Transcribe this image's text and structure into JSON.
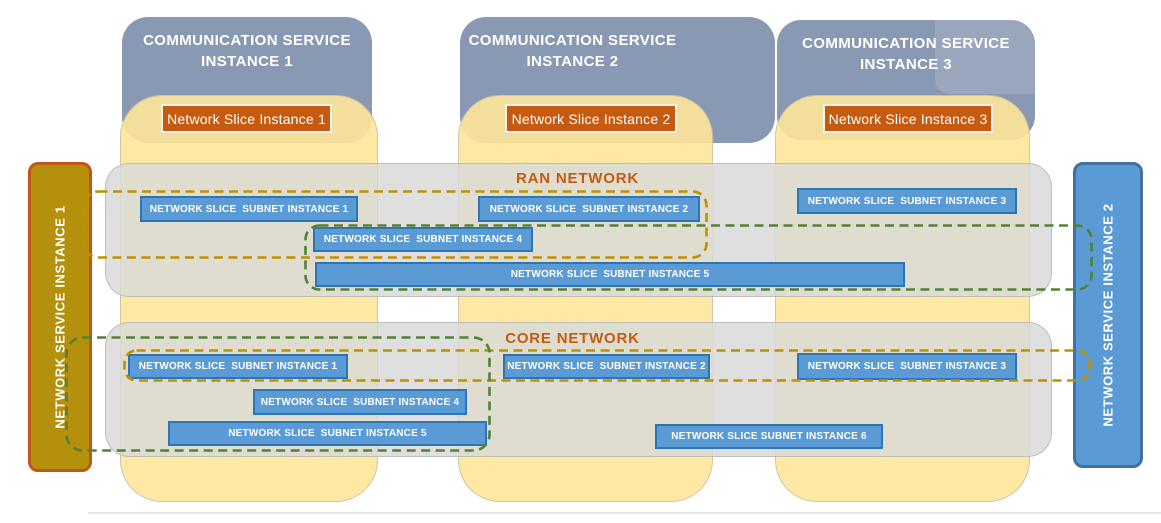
{
  "communication_services": [
    {
      "title": "COMMUNICATION SERVICE INSTANCE 1",
      "slice": "Network Slice Instance 1"
    },
    {
      "title": "COMMUNICATION SERVICE INSTANCE 2",
      "slice": "Network Slice Instance 2"
    },
    {
      "title": "COMMUNICATION SERVICE INSTANCE 3",
      "slice": "Network Slice Instance 3"
    }
  ],
  "ran": {
    "label": "RAN NETWORK",
    "subnets": [
      "NETWORK SLICE  SUBNET INSTANCE 1",
      "NETWORK SLICE  SUBNET INSTANCE 2",
      "NETWORK SLICE  SUBNET INSTANCE 3",
      "NETWORK SLICE  SUBNET INSTANCE 4",
      "NETWORK SLICE  SUBNET INSTANCE 5"
    ]
  },
  "core": {
    "label": "CORE NETWORK",
    "subnets": [
      "NETWORK SLICE  SUBNET INSTANCE 1",
      "NETWORK SLICE  SUBNET INSTANCE 2",
      "NETWORK SLICE  SUBNET INSTANCE 3",
      "NETWORK SLICE  SUBNET INSTANCE 4",
      "NETWORK SLICE  SUBNET INSTANCE 5",
      "NETWORK SLICE SUBNET INSTANCE 6"
    ]
  },
  "network_services": [
    {
      "label": "NETWORK SERVICE INSTANCE 1"
    },
    {
      "label": "NETWORK SERVICE INSTANCE 2"
    }
  ],
  "colors": {
    "header_fill": "#8A99B3",
    "column_fill": "#FFE699",
    "badge_fill": "#C55A11",
    "subnet_fill": "#5B9BD5",
    "subnet_border": "#2E75B6",
    "band_fill": "#D9D9D9",
    "network_label": "#C55A11",
    "service1_fill": "#B5900C",
    "service1_border": "#C0561A",
    "service2_fill": "#5B9BD5",
    "service2_border": "#41719C",
    "dash_orange": "#BF9000",
    "dash_green": "#538135"
  }
}
